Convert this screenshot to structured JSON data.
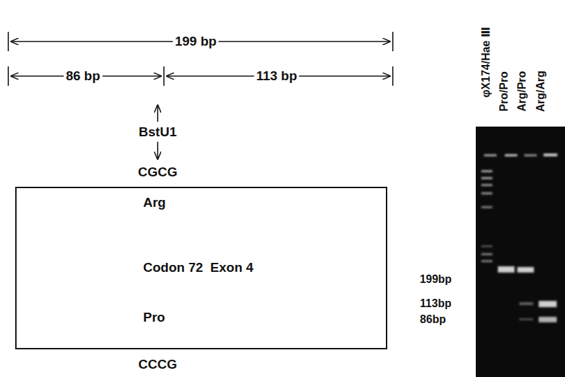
{
  "diagram": {
    "nodes": [
      {
        "text": [
          "Arg",
          "Codon 72  Exon 4",
          "Pro"
        ]
      }
    ],
    "labels": [
      "199 bp",
      "86 bp",
      "113 bp",
      "BstU1",
      "CGCG",
      "CCCG",
      "φX174/Hae Ⅲ",
      "Pro/Pro",
      "Arg/Pro",
      "Arg/Arg",
      "199bp",
      "113bp",
      "86bp"
    ]
  }
}
